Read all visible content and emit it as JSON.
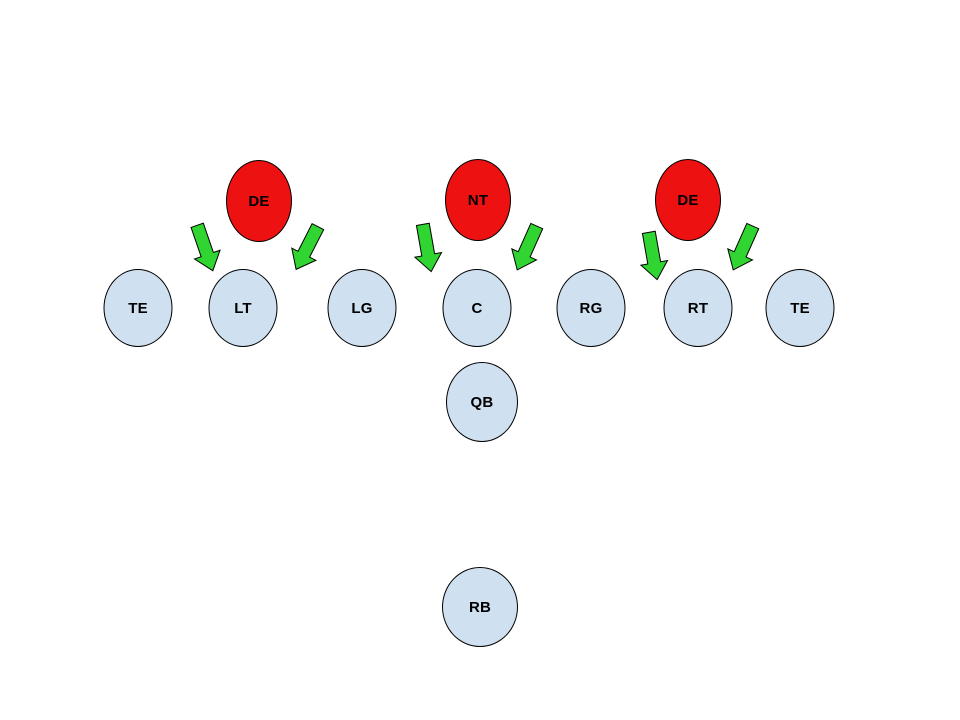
{
  "diagram": {
    "type": "football-play-diagram",
    "defense": [
      {
        "label": "DE"
      },
      {
        "label": "NT"
      },
      {
        "label": "DE"
      }
    ],
    "offense_line": [
      {
        "label": "TE"
      },
      {
        "label": "LT"
      },
      {
        "label": "LG"
      },
      {
        "label": "C"
      },
      {
        "label": "RG"
      },
      {
        "label": "RT"
      },
      {
        "label": "TE"
      }
    ],
    "backfield": [
      {
        "label": "QB"
      },
      {
        "label": "RB"
      }
    ],
    "arrows": [
      {
        "icon": "block-arrow-icon",
        "from": "DE-left",
        "direction": "down-left"
      },
      {
        "icon": "block-arrow-icon",
        "from": "DE-left",
        "direction": "down-right"
      },
      {
        "icon": "block-arrow-icon",
        "from": "NT",
        "direction": "down-left"
      },
      {
        "icon": "block-arrow-icon",
        "from": "NT",
        "direction": "down-right"
      },
      {
        "icon": "block-arrow-icon",
        "from": "DE-right",
        "direction": "down-left"
      },
      {
        "icon": "block-arrow-icon",
        "from": "DE-right",
        "direction": "down-right"
      }
    ],
    "colors": {
      "defense_fill": "#ee1111",
      "offense_fill": "#cfe0f0",
      "arrow_fill": "#31d531",
      "outline": "#000000",
      "background": "#ffffff"
    }
  }
}
